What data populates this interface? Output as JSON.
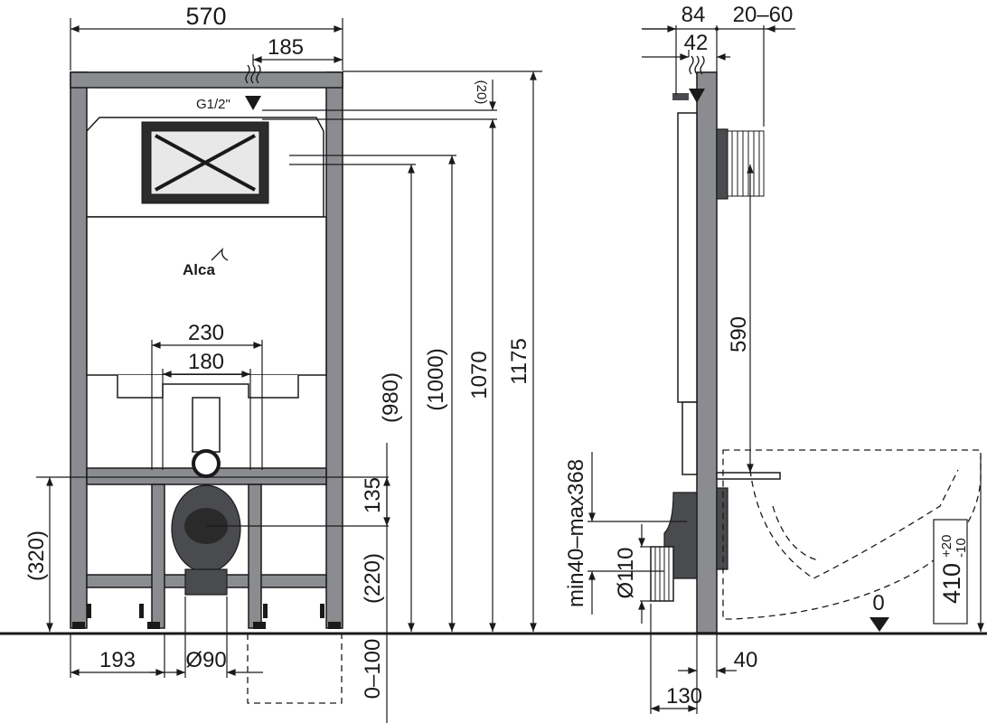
{
  "front_view": {
    "width_total": "570",
    "supply_offset": "185",
    "supply_thread": "G1/2\"",
    "supply_drop": "(20)",
    "button_spacing_outer": "230",
    "button_spacing_inner": "180",
    "brand_logo": "Alca",
    "height_980": "(980)",
    "height_1000": "(1000)",
    "height_1070": "1070",
    "height_1175": "1175",
    "height_135": "135",
    "height_220": "(220)",
    "height_320": "(320)",
    "floor_depth": "0–100",
    "left_offset": "193",
    "drain_diameter": "Ø90"
  },
  "side_view": {
    "depth_84": "84",
    "depth_adjust": "20–60",
    "depth_42": "42",
    "height_590": "590",
    "drain_range": "min40–max368",
    "drain_diameter": "Ø110",
    "bowl_height": "410",
    "bowl_tol_plus": "+20",
    "bowl_tol_minus": "-10",
    "floor_zero": "0",
    "offset_40": "40",
    "offset_130": "130"
  }
}
